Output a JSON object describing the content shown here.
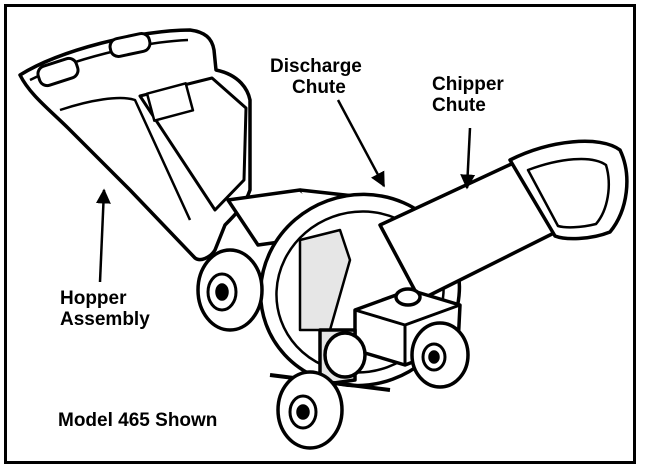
{
  "labels": {
    "discharge_chute": [
      "Discharge",
      "Chute"
    ],
    "chipper_chute": [
      "Chipper",
      "Chute"
    ],
    "hopper_assembly": [
      "Hopper",
      "Assembly"
    ],
    "model_caption": "Model 465 Shown"
  },
  "colors": {
    "line": "#000000",
    "fill": "#ffffff",
    "shade": "#e6e6e6"
  }
}
